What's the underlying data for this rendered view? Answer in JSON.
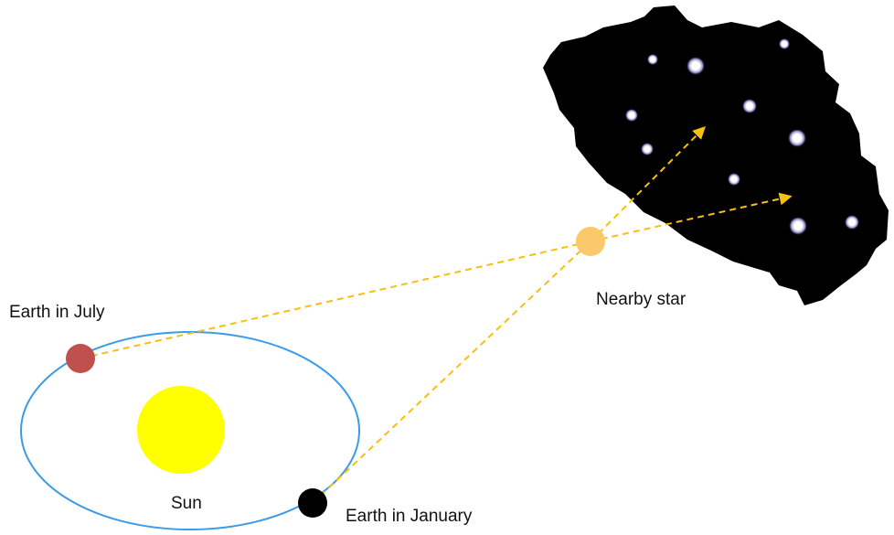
{
  "labels": {
    "earth_july": "Earth in July",
    "earth_january": "Earth in January",
    "sun": "Sun",
    "nearby_star": "Nearby star"
  },
  "colors": {
    "orbit": "#3b9be8",
    "sun": "#ffff00",
    "earth_july": "#c0504d",
    "earth_january": "#000000",
    "nearby_star": "#fcc96a",
    "sight_line": "#f5c010",
    "sky_patch": "#000000",
    "background_star": "#ffffff"
  },
  "icons": {
    "earth_july": "red-dot",
    "earth_january": "black-dot",
    "sun": "yellow-disc",
    "nearby_star": "orange-dot",
    "background_star": "white-glow-dot"
  }
}
